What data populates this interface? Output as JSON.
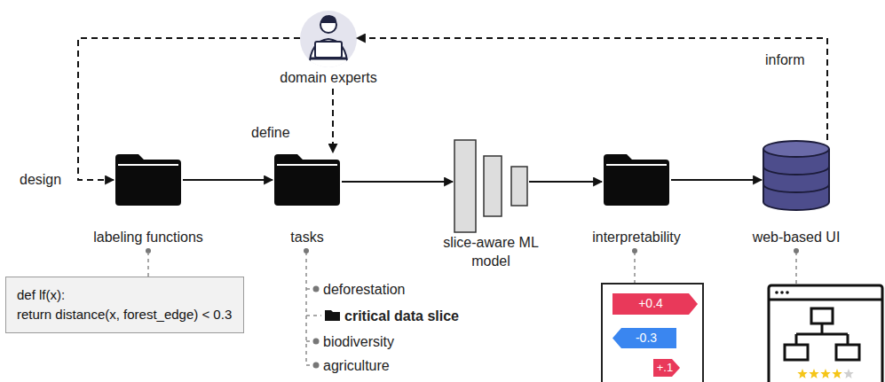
{
  "diagram": {
    "nodes": [
      {
        "text": [
          "domain experts"
        ]
      },
      {
        "text": [
          "labeling functions"
        ]
      },
      {
        "text": [
          "tasks"
        ]
      },
      {
        "text": [
          "slice-aware ML model"
        ]
      },
      {
        "text": [
          "interpretability"
        ]
      },
      {
        "text": [
          "web-based UI"
        ]
      },
      {
        "text": [
          "def lf(x):",
          "return distance(x, forest_edge) < 0.3"
        ]
      }
    ],
    "edges": [
      {
        "from": 1,
        "to": 2,
        "arrow": "to"
      },
      {
        "from": 2,
        "to": 3,
        "arrow": "to"
      },
      {
        "from": 3,
        "to": 4,
        "arrow": "to"
      },
      {
        "from": 4,
        "to": 5,
        "arrow": "to"
      },
      {
        "from": 5,
        "to": 0,
        "label": "inform",
        "arrow": "to"
      },
      {
        "from": 0,
        "to": 1,
        "label": "design",
        "arrow": "to"
      },
      {
        "from": 0,
        "to": 2,
        "label": "define",
        "arrow": "to"
      },
      {
        "from": 1,
        "to": 6,
        "arrow": "none"
      }
    ],
    "labels": [
      "deforestation",
      "critical data slice",
      "biodiversity",
      "agriculture",
      "+0.4",
      "-0.3",
      "+.1"
    ]
  }
}
